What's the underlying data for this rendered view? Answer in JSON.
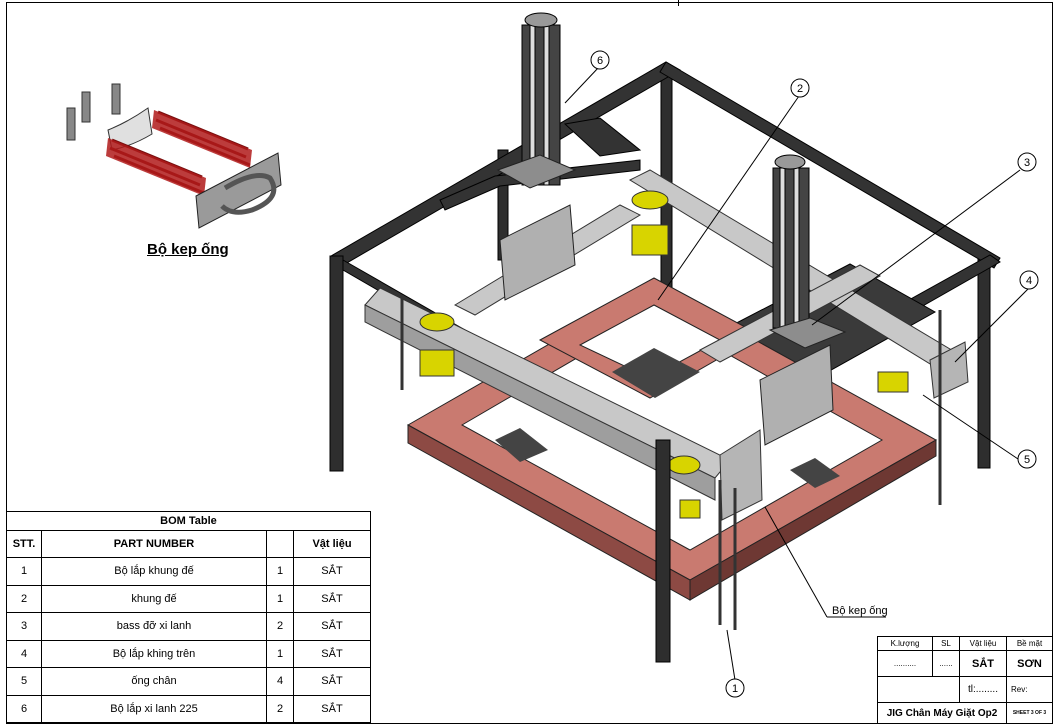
{
  "drawing": {
    "detail_caption": "Bộ kep ống",
    "callout_note": "Bộ kep ống",
    "balloons": [
      "1",
      "2",
      "3",
      "4",
      "5",
      "6"
    ]
  },
  "bom": {
    "title": "BOM Table",
    "columns": [
      "STT.",
      "PART NUMBER",
      "",
      "Vật liệu"
    ],
    "rows": [
      {
        "stt": "1",
        "part": "Bộ lắp khung đế",
        "qty": "1",
        "material": "SẮT"
      },
      {
        "stt": "2",
        "part": "khung đế",
        "qty": "1",
        "material": "SẮT"
      },
      {
        "stt": "3",
        "part": "bass đỡ xi lanh",
        "qty": "2",
        "material": "SẮT"
      },
      {
        "stt": "4",
        "part": "Bộ lắp khing trên",
        "qty": "1",
        "material": "SẮT"
      },
      {
        "stt": "5",
        "part": "ống chân",
        "qty": "4",
        "material": "SẮT"
      },
      {
        "stt": "6",
        "part": "Bộ lắp xi lanh 225",
        "qty": "2",
        "material": "SẮT"
      }
    ]
  },
  "title_block": {
    "k_luong_label": "K.lượng",
    "sl_label": "SL",
    "vat_lieu_label": "Vật liệu",
    "be_mat_label": "Bề mặt",
    "k_luong_value": "..........",
    "sl_value": "......",
    "vat_lieu_value": "SẮT",
    "be_mat_value": "SƠN",
    "tl_label": "tl:........",
    "rev_label": "Rev:",
    "drawing_title": "JIG Chân Máy Giặt Op2",
    "sheet": "SHEET 3 OF 3"
  },
  "colors": {
    "steel_dark": "#2b2b2b",
    "steel_light": "#c8c8c8",
    "frame_red": "#c97a70",
    "bushing": "#d8d400"
  }
}
